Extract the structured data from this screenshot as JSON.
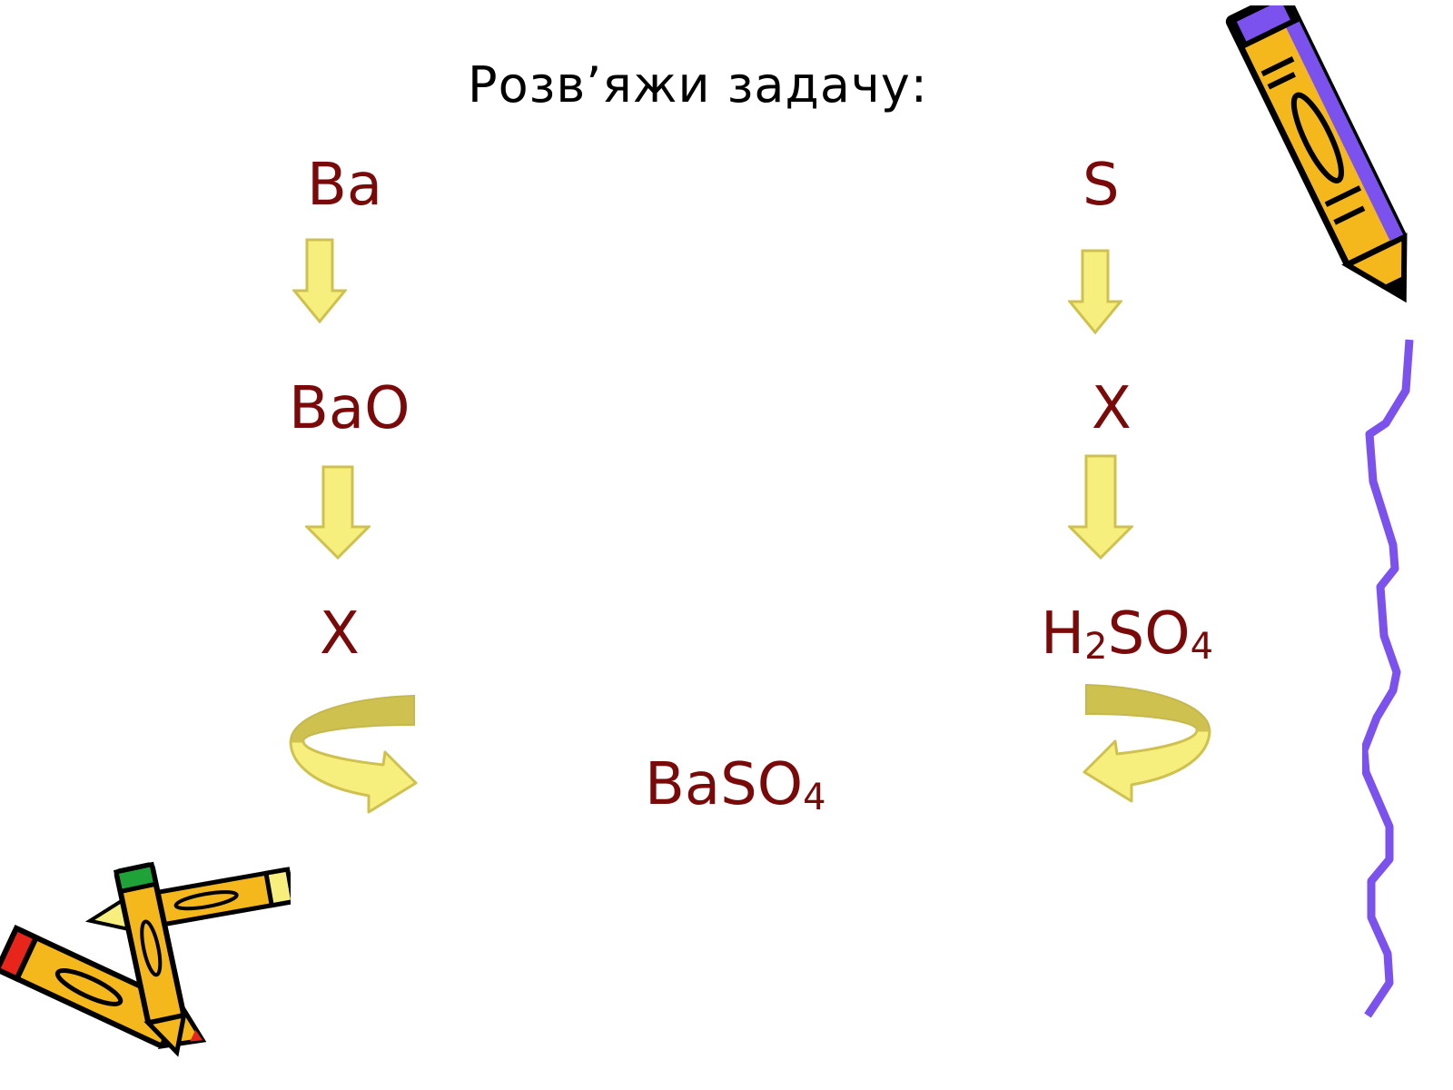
{
  "title": "Розв’яжи задачу:",
  "left_chain": {
    "start": "Ba",
    "step1": "BaO",
    "step2": "X"
  },
  "right_chain": {
    "start": "S",
    "step1": "X",
    "step2": {
      "base": "H",
      "sub1": "2",
      "mid": "SO",
      "sub2": "4"
    }
  },
  "product": {
    "base": "BaSO",
    "sub": "4"
  },
  "colors": {
    "formula": "#7a0a0a",
    "arrow_fill": "#f6ef7e",
    "arrow_stroke": "#cfc150",
    "curl_outer": "#cfc150",
    "pencil_body": "#f4b71c",
    "wavy_line": "#7b52ee"
  },
  "icons": [
    "down-arrow-icon",
    "curved-arrow-icon",
    "pencil-icon",
    "crossed-pencils-icon"
  ]
}
